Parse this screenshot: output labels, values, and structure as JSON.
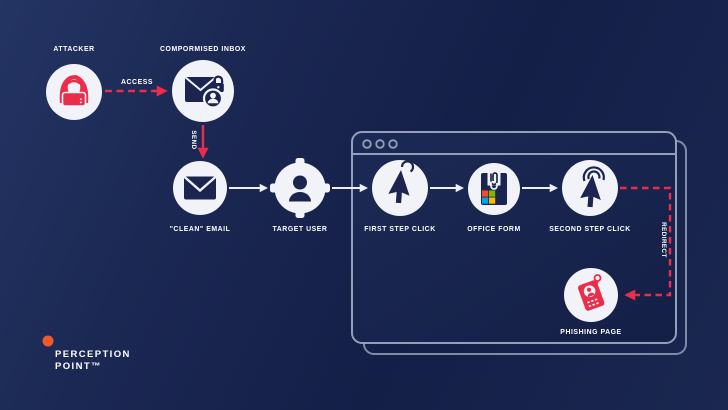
{
  "brand": {
    "line1": "PERCEPTION",
    "line2": "POINT™",
    "dot_color": "#F05A28"
  },
  "colors": {
    "background_start": "#243463",
    "background_end": "#141F48",
    "accent_red": "#E92D4B",
    "node_fill": "#F1F3F8",
    "icon_navy": "#1C2550",
    "window_stroke": "#93A0BB",
    "label_text": "#FFFFFF",
    "ms_red": "#F25022",
    "ms_green": "#7FBA00",
    "ms_blue": "#00A4EF",
    "ms_yellow": "#FFB900"
  },
  "nodes": {
    "attacker": {
      "label": "ATTACKER",
      "icon": "hacker-icon"
    },
    "compromised_inbox": {
      "label": "COMPORMISED INBOX",
      "icon": "envelope-lock-person-icon"
    },
    "clean_email": {
      "label": "\"CLEAN\" EMAIL",
      "icon": "envelope-icon"
    },
    "target_user": {
      "label": "TARGET USER",
      "icon": "person-target-icon"
    },
    "first_step_click": {
      "label": "FIRST STEP CLICK",
      "icon": "cursor-click-icon"
    },
    "office_form": {
      "label": "OFFICE FORM",
      "icon": "office-attachment-icon"
    },
    "second_step_click": {
      "label": "SECOND STEP CLICK",
      "icon": "cursor-double-click-icon"
    },
    "phishing_page": {
      "label": "PHISHING PAGE",
      "icon": "phishing-id-card-hook-icon"
    }
  },
  "edges": {
    "access": {
      "label": "ACCESS",
      "style": "dashed-red-arrow"
    },
    "send": {
      "label": "SEND",
      "style": "solid-red-arrow"
    },
    "redirect": {
      "label": "REDIRECT",
      "style": "dashed-red-arrow"
    }
  },
  "browser_window": {
    "control_dots": 3
  }
}
